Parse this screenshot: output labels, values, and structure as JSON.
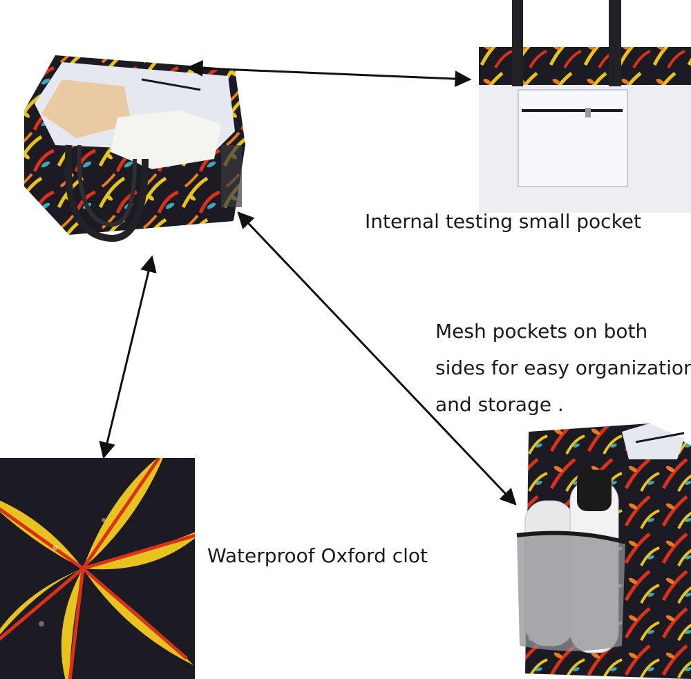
{
  "captions": {
    "internal_pocket": "Internal testing small pocket",
    "mesh_line1": "Mesh pockets on both",
    "mesh_line2": "sides for easy organization",
    "mesh_line3": "and storage .",
    "waterproof": "Waterproof Oxford clot"
  },
  "colors": {
    "background": "#ffffff",
    "fabric_dark": "#1c1a22",
    "leaf_yellow": "#e8c21e",
    "leaf_red": "#d8321c",
    "leaf_orange": "#ea7a1c",
    "leaf_teal": "#3aa6b8",
    "lining": "#e6e8ef",
    "handle": "#222226",
    "arrow": "#111111"
  }
}
